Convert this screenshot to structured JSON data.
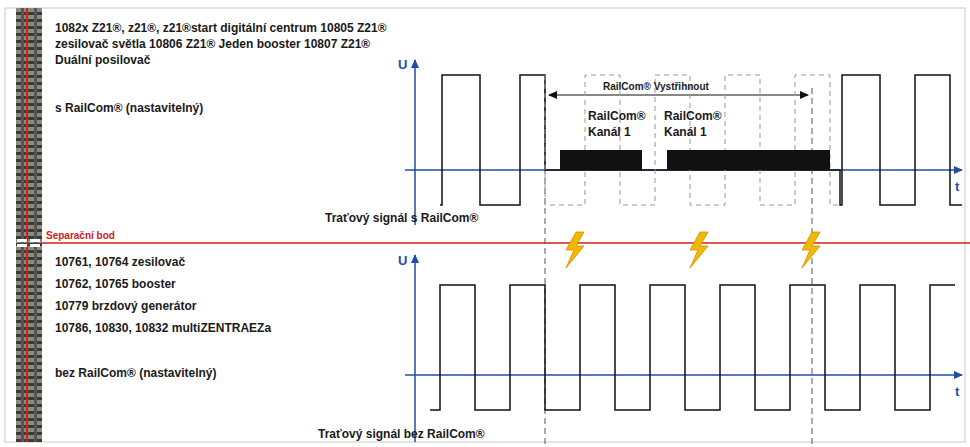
{
  "diagram": {
    "labels": [
      "1082x Z21®, z21®, z21®start digitální centrum 10805 Z21® zesilovač světla 10806 Z21® Jeden booster 10807 Z21® Duální posilovač",
      "s RailCom® (nastavitelný)",
      "Separační bod",
      "10761, 10764 zesilovač",
      "10762, 10765 booster",
      "10779 brzdový generátor",
      "10786, 10830, 10832 multiZENTRAEZa",
      "bez RailCom® (nastavitelný)",
      "U",
      "t",
      "RailCom® Vystřihnout",
      "RailCom® Kanál 1",
      "RailCom® Kanál 1",
      "Traťový signál s RailCom®",
      "U",
      "t",
      "Traťový signál bez RailCom®"
    ]
  }
}
